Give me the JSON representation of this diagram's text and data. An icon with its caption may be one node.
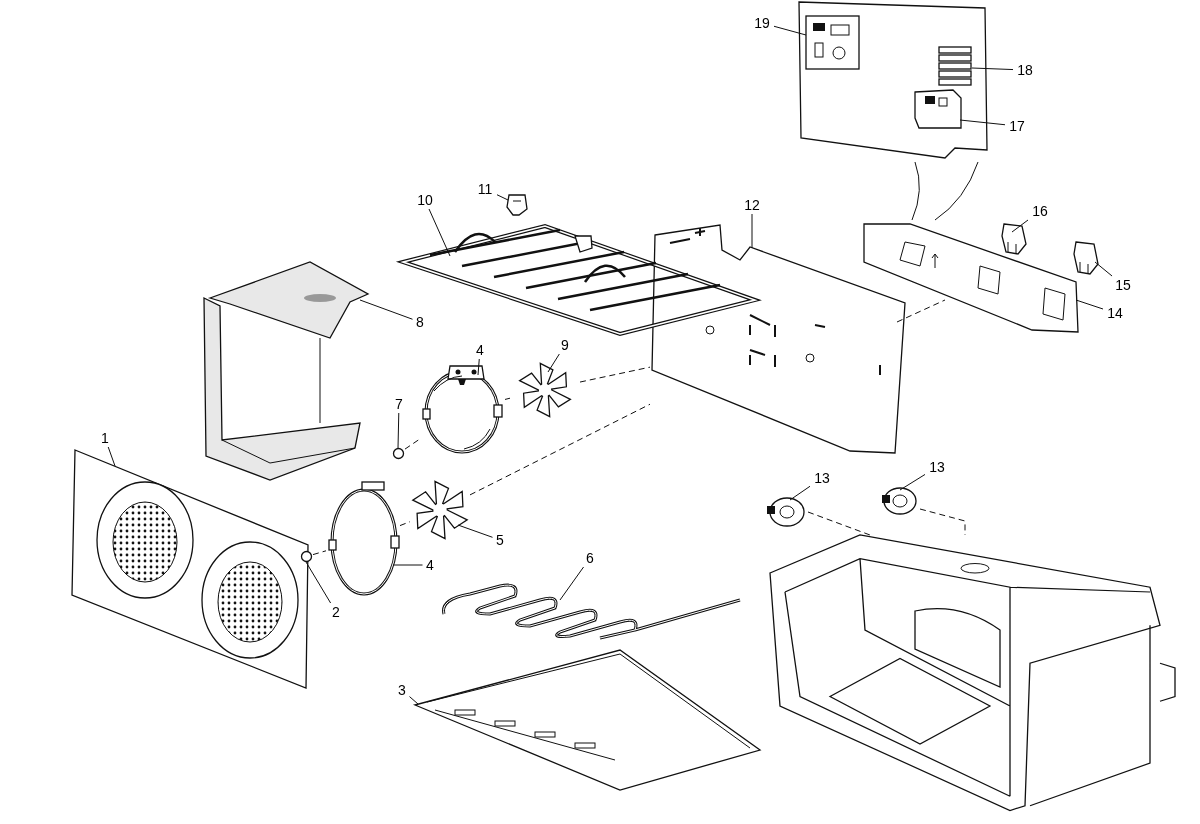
{
  "diagram": {
    "nodes": [
      {
        "text": [
          "19"
        ]
      },
      {
        "text": [
          "18"
        ]
      },
      {
        "text": [
          "17"
        ]
      },
      {
        "text": [
          "11"
        ]
      },
      {
        "text": [
          "10"
        ]
      },
      {
        "text": [
          "12"
        ]
      },
      {
        "text": [
          "16"
        ]
      },
      {
        "text": [
          "15"
        ]
      },
      {
        "text": [
          "14"
        ]
      },
      {
        "text": [
          "8"
        ]
      },
      {
        "text": [
          "4"
        ]
      },
      {
        "text": [
          "9"
        ]
      },
      {
        "text": [
          "7"
        ]
      },
      {
        "text": [
          "1"
        ]
      },
      {
        "text": [
          "13"
        ]
      },
      {
        "text": [
          "13"
        ]
      },
      {
        "text": [
          "5"
        ]
      },
      {
        "text": [
          "4"
        ]
      },
      {
        "text": [
          "6"
        ]
      },
      {
        "text": [
          "2"
        ]
      },
      {
        "text": [
          "3"
        ]
      },
      {
        "text": [],
        "shape": "picture"
      },
      {
        "text": [],
        "shape": "picture",
        "in": 21
      },
      {
        "text": [],
        "shape": "picture",
        "in": 21
      },
      {
        "text": [],
        "shape": "picture",
        "in": 21
      },
      {
        "text": [],
        "shape": "picture"
      },
      {
        "text": [],
        "shape": "picture"
      },
      {
        "text": [],
        "shape": "picture"
      },
      {
        "text": [],
        "shape": "picture"
      },
      {
        "text": [],
        "shape": "picture"
      },
      {
        "text": [],
        "shape": "picture"
      },
      {
        "text": [],
        "shape": "picture"
      },
      {
        "text": [],
        "shape": "picture"
      },
      {
        "text": [],
        "shape": "picture"
      },
      {
        "text": [],
        "shape": "circle"
      },
      {
        "text": [],
        "shape": "picture"
      },
      {
        "text": [],
        "shape": "picture"
      },
      {
        "text": [],
        "shape": "picture"
      },
      {
        "text": [],
        "shape": "picture"
      },
      {
        "text": [],
        "shape": "picture"
      },
      {
        "text": [],
        "shape": "picture"
      },
      {
        "text": [],
        "shape": "circle"
      },
      {
        "text": [],
        "shape": "picture"
      },
      {
        "text": [],
        "shape": "picture"
      }
    ],
    "edges": [
      {
        "from": 0,
        "to": 22,
        "arrow": "none"
      },
      {
        "from": 1,
        "to": 23,
        "arrow": "none"
      },
      {
        "from": 2,
        "to": 24,
        "arrow": "none"
      },
      {
        "from": 3,
        "to": 25,
        "arrow": "none"
      },
      {
        "from": 4,
        "to": 26,
        "arrow": "none"
      },
      {
        "from": 5,
        "to": 27,
        "arrow": "none"
      },
      {
        "from": 6,
        "to": 28,
        "arrow": "none"
      },
      {
        "from": 7,
        "to": 29,
        "arrow": "none"
      },
      {
        "from": 8,
        "to": 30,
        "arrow": "none"
      },
      {
        "from": 9,
        "to": 31,
        "arrow": "none"
      },
      {
        "from": 10,
        "to": 32,
        "arrow": "none"
      },
      {
        "from": 11,
        "to": 33,
        "arrow": "none"
      },
      {
        "from": 12,
        "to": 34,
        "arrow": "none"
      },
      {
        "from": 13,
        "to": 35,
        "arrow": "none"
      },
      {
        "from": 14,
        "to": 36,
        "arrow": "none"
      },
      {
        "from": 15,
        "to": 37,
        "arrow": "none"
      },
      {
        "from": 16,
        "to": 38,
        "arrow": "none"
      },
      {
        "from": 17,
        "to": 39,
        "arrow": "none"
      },
      {
        "from": 18,
        "to": 40,
        "arrow": "none"
      },
      {
        "from": 19,
        "to": 41,
        "arrow": "none"
      },
      {
        "from": 20,
        "to": 42,
        "arrow": "none"
      },
      {
        "from": 34,
        "to": 32,
        "arrow": "none",
        "style": "dashed"
      },
      {
        "from": 32,
        "to": 33,
        "arrow": "none",
        "style": "dashed"
      },
      {
        "from": 33,
        "to": 27,
        "arrow": "none",
        "style": "dashed"
      },
      {
        "from": 41,
        "to": 39,
        "arrow": "none",
        "style": "dashed"
      },
      {
        "from": 39,
        "to": 38,
        "arrow": "none",
        "style": "dashed"
      },
      {
        "from": 38,
        "to": 27,
        "arrow": "none",
        "style": "dashed"
      },
      {
        "from": 27,
        "to": 30,
        "arrow": "none",
        "style": "dashed"
      },
      {
        "from": 37,
        "to": 43,
        "arrow": "none",
        "style": "dashed"
      },
      {
        "from": 36,
        "to": 43,
        "arrow": "none",
        "style": "dashed"
      },
      {
        "from": 30,
        "to": 21,
        "arrow": "none"
      }
    ]
  }
}
